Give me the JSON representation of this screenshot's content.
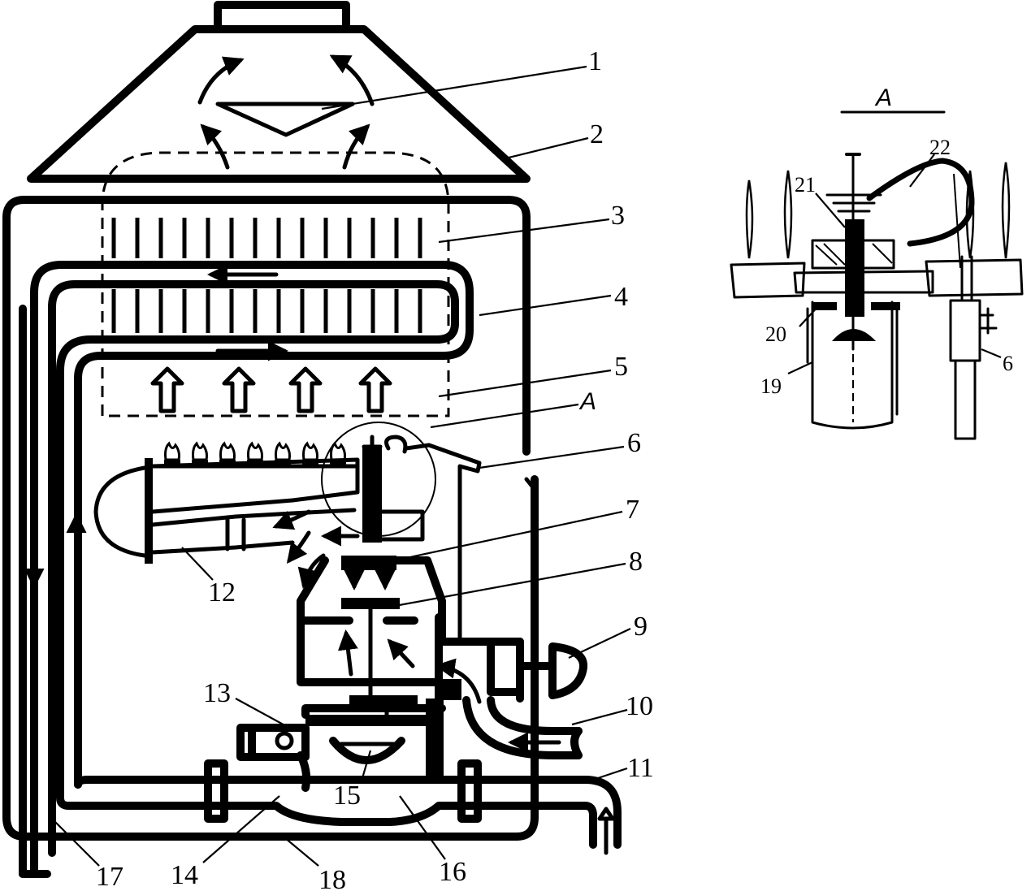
{
  "main_view": {
    "callouts": [
      "1",
      "2",
      "3",
      "4",
      "5",
      "A",
      "6",
      "7",
      "8",
      "9",
      "10",
      "11",
      "12",
      "13",
      "14",
      "15",
      "16",
      "17",
      "18"
    ]
  },
  "detail_view": {
    "title": "A",
    "callouts": [
      "22",
      "21",
      "20",
      "19",
      "6"
    ]
  }
}
